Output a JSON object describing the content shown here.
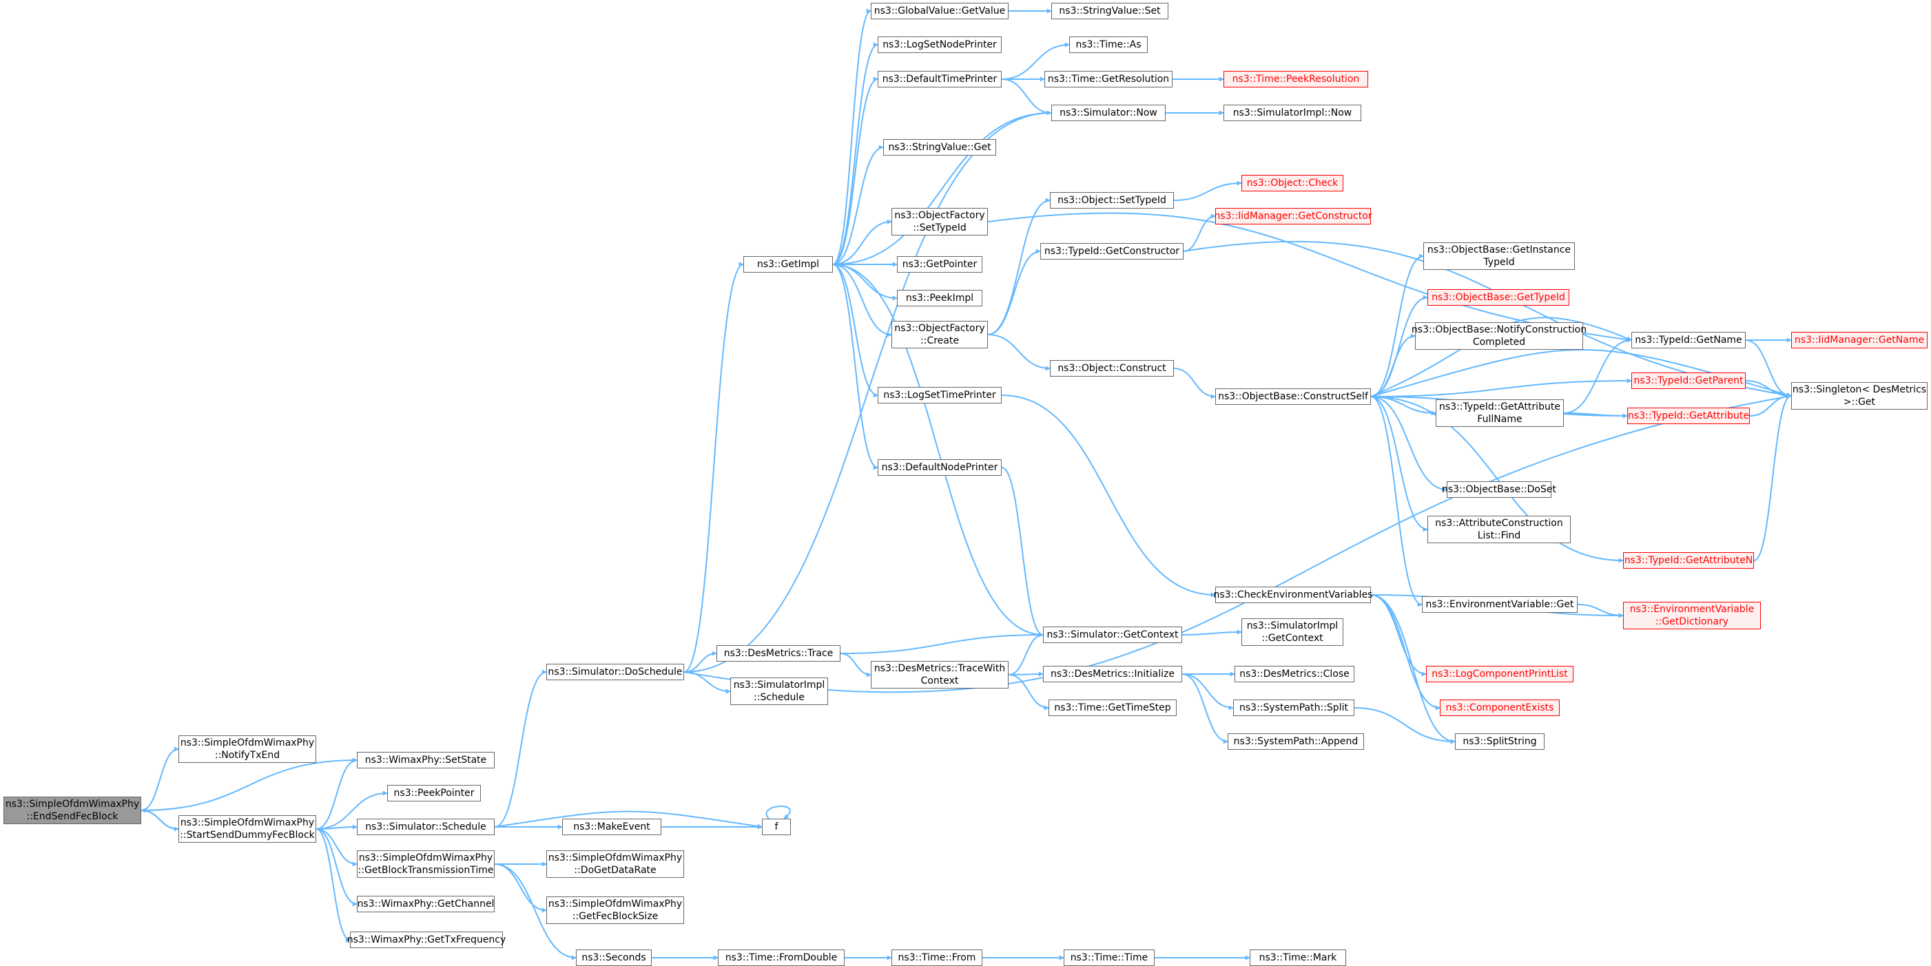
{
  "graph": {
    "type": "call-graph",
    "colors": {
      "edge": "#63b8ff",
      "node_border": "#666666",
      "node_fill": "#ffffff",
      "root_fill": "#999999",
      "red_border": "#ff0000",
      "red_fill": "#fff0f0"
    },
    "nodes": [
      {
        "id": "endsend",
        "label": "ns3::SimpleOfdmWimaxPhy\n::EndSendFecBlock",
        "style": "root"
      },
      {
        "id": "notifytx",
        "label": "ns3::SimpleOfdmWimaxPhy\n::NotifyTxEnd",
        "style": "normal"
      },
      {
        "id": "setstate",
        "label": "ns3::WimaxPhy::SetState",
        "style": "normal"
      },
      {
        "id": "startsend",
        "label": "ns3::SimpleOfdmWimaxPhy\n::StartSendDummyFecBlock",
        "style": "normal"
      },
      {
        "id": "peekpointer",
        "label": "ns3::PeekPointer",
        "style": "normal"
      },
      {
        "id": "schedule",
        "label": "ns3::Simulator::Schedule",
        "style": "normal"
      },
      {
        "id": "getblocktx",
        "label": "ns3::SimpleOfdmWimaxPhy\n::GetBlockTransmissionTime",
        "style": "normal"
      },
      {
        "id": "getchannel",
        "label": "ns3::WimaxPhy::GetChannel",
        "style": "normal"
      },
      {
        "id": "gettxfreq",
        "label": "ns3::WimaxPhy::GetTxFrequency",
        "style": "normal"
      },
      {
        "id": "doschedule",
        "label": "ns3::Simulator::DoSchedule",
        "style": "normal"
      },
      {
        "id": "makeevent",
        "label": "ns3::MakeEvent",
        "style": "normal"
      },
      {
        "id": "f",
        "label": "f",
        "style": "normal"
      },
      {
        "id": "dogetdatarate",
        "label": "ns3::SimpleOfdmWimaxPhy\n::DoGetDataRate",
        "style": "normal"
      },
      {
        "id": "getfecblocksize",
        "label": "ns3::SimpleOfdmWimaxPhy\n::GetFecBlockSize",
        "style": "normal"
      },
      {
        "id": "seconds",
        "label": "ns3::Seconds",
        "style": "normal"
      },
      {
        "id": "fromdouble",
        "label": "ns3::Time::FromDouble",
        "style": "normal"
      },
      {
        "id": "from",
        "label": "ns3::Time::From",
        "style": "normal"
      },
      {
        "id": "timetime",
        "label": "ns3::Time::Time",
        "style": "normal"
      },
      {
        "id": "timemark",
        "label": "ns3::Time::Mark",
        "style": "normal"
      },
      {
        "id": "desmtrace",
        "label": "ns3::DesMetrics::Trace",
        "style": "normal"
      },
      {
        "id": "simimplschedule",
        "label": "ns3::SimulatorImpl\n::Schedule",
        "style": "normal"
      },
      {
        "id": "tracewithctx",
        "label": "ns3::DesMetrics::TraceWith\nContext",
        "style": "normal"
      },
      {
        "id": "getcontext",
        "label": "ns3::Simulator::GetContext",
        "style": "normal"
      },
      {
        "id": "desminit",
        "label": "ns3::DesMetrics::Initialize",
        "style": "normal"
      },
      {
        "id": "gettimestep",
        "label": "ns3::Time::GetTimeStep",
        "style": "normal"
      },
      {
        "id": "simimplgetctx",
        "label": "ns3::SimulatorImpl\n::GetContext",
        "style": "normal"
      },
      {
        "id": "desmclose",
        "label": "ns3::DesMetrics::Close",
        "style": "normal"
      },
      {
        "id": "syssplit",
        "label": "ns3::SystemPath::Split",
        "style": "normal"
      },
      {
        "id": "sysappend",
        "label": "ns3::SystemPath::Append",
        "style": "normal"
      },
      {
        "id": "getimpl",
        "label": "ns3::GetImpl",
        "style": "normal"
      },
      {
        "id": "gvgetvalue",
        "label": "ns3::GlobalValue::GetValue",
        "style": "normal"
      },
      {
        "id": "strvalset",
        "label": "ns3::StringValue::Set",
        "style": "normal"
      },
      {
        "id": "logsetnodeprinter",
        "label": "ns3::LogSetNodePrinter",
        "style": "normal"
      },
      {
        "id": "defaulttimeprinter",
        "label": "ns3::DefaultTimePrinter",
        "style": "normal"
      },
      {
        "id": "timeas",
        "label": "ns3::Time::As",
        "style": "normal"
      },
      {
        "id": "getresolution",
        "label": "ns3::Time::GetResolution",
        "style": "normal"
      },
      {
        "id": "peekresolution",
        "label": "ns3::Time::PeekResolution",
        "style": "red"
      },
      {
        "id": "simnow",
        "label": "ns3::Simulator::Now",
        "style": "normal"
      },
      {
        "id": "simimplnow",
        "label": "ns3::SimulatorImpl::Now",
        "style": "normal"
      },
      {
        "id": "strvalget",
        "label": "ns3::StringValue::Get",
        "style": "normal"
      },
      {
        "id": "ofsettypeid",
        "label": "ns3::ObjectFactory\n::SetTypeId",
        "style": "normal"
      },
      {
        "id": "getpointer",
        "label": "ns3::GetPointer",
        "style": "normal"
      },
      {
        "id": "peekimpl",
        "label": "ns3::PeekImpl",
        "style": "normal"
      },
      {
        "id": "ofcreate",
        "label": "ns3::ObjectFactory\n::Create",
        "style": "normal"
      },
      {
        "id": "logsettimeprinter",
        "label": "ns3::LogSetTimePrinter",
        "style": "normal"
      },
      {
        "id": "defaultnodeprinter",
        "label": "ns3::DefaultNodePrinter",
        "style": "normal"
      },
      {
        "id": "objsettypeid",
        "label": "ns3::Object::SetTypeId",
        "style": "normal"
      },
      {
        "id": "objcheck",
        "label": "ns3::Object::Check",
        "style": "red"
      },
      {
        "id": "iidgetctor",
        "label": "ns3::IidManager::GetConstructor",
        "style": "red"
      },
      {
        "id": "typeidgetctor",
        "label": "ns3::TypeId::GetConstructor",
        "style": "normal"
      },
      {
        "id": "objconstruct",
        "label": "ns3::Object::Construct",
        "style": "normal"
      },
      {
        "id": "constructself",
        "label": "ns3::ObjectBase::ConstructSelf",
        "style": "normal"
      },
      {
        "id": "checkenv",
        "label": "ns3::CheckEnvironmentVariables",
        "style": "normal"
      },
      {
        "id": "obgetinsttypeid",
        "label": "ns3::ObjectBase::GetInstance\nTypeId",
        "style": "normal"
      },
      {
        "id": "obgettypeid",
        "label": "ns3::ObjectBase::GetTypeId",
        "style": "red"
      },
      {
        "id": "obnotify",
        "label": "ns3::ObjectBase::NotifyConstruction\nCompleted",
        "style": "normal"
      },
      {
        "id": "getattrfullname",
        "label": "ns3::TypeId::GetAttribute\nFullName",
        "style": "normal"
      },
      {
        "id": "obdoset",
        "label": "ns3::ObjectBase::DoSet",
        "style": "normal"
      },
      {
        "id": "attrlistfind",
        "label": "ns3::AttributeConstruction\nList::Find",
        "style": "normal"
      },
      {
        "id": "envget",
        "label": "ns3::EnvironmentVariable::Get",
        "style": "normal"
      },
      {
        "id": "logcompprint",
        "label": "ns3::LogComponentPrintList",
        "style": "red"
      },
      {
        "id": "compexists",
        "label": "ns3::ComponentExists",
        "style": "red"
      },
      {
        "id": "splitstring",
        "label": "ns3::SplitString",
        "style": "normal"
      },
      {
        "id": "typeidgetname",
        "label": "ns3::TypeId::GetName",
        "style": "normal"
      },
      {
        "id": "iidgetname",
        "label": "ns3::IidManager::GetName",
        "style": "red"
      },
      {
        "id": "typeidgetparent",
        "label": "ns3::TypeId::GetParent",
        "style": "red"
      },
      {
        "id": "typeidgetattr",
        "label": "ns3::TypeId::GetAttribute",
        "style": "red"
      },
      {
        "id": "typeidgetattrn",
        "label": "ns3::TypeId::GetAttributeN",
        "style": "red"
      },
      {
        "id": "envgetdict",
        "label": "ns3::EnvironmentVariable\n::GetDictionary",
        "style": "red"
      },
      {
        "id": "singletonget",
        "label": "ns3::Singleton< DesMetrics\n>::Get",
        "style": "normal"
      }
    ]
  }
}
